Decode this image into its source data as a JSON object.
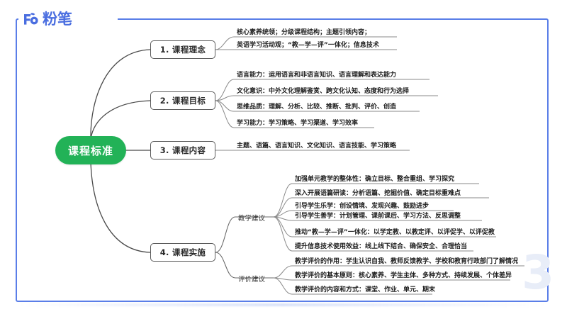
{
  "header": {
    "brand": "粉笔",
    "brand_mark": "fb-logo-icon",
    "frame_color": "#5a7ee8"
  },
  "watermark": "3",
  "mindmap": {
    "root": {
      "label": "课程标准",
      "color": "#22b257"
    },
    "branches": [
      {
        "id": "lilian",
        "label": "1. 课程理念",
        "leaves": [
          "核心素养统领；分级课程结构；主题引领内容；",
          "英语学习活动观；“教—学—评”一体化；信息技术"
        ]
      },
      {
        "id": "mubiao",
        "label": "2. 课程目标",
        "leaves": [
          "语言能力：运用语言和非语言知识、语言理解和表达能力",
          "文化意识：中外文化理解鉴赏、跨文化认知、态度和行为选择",
          "思维品质：理解、分析、比较、推断、批判、评价、创造",
          "学习能力：学习策略、学习渠道、学习效率"
        ]
      },
      {
        "id": "neirong",
        "label": "3. 课程内容",
        "leaves": [
          "主题、语篇、语言知识、文化知识、语言技能、学习策略"
        ]
      },
      {
        "id": "shishi",
        "label": "4. 课程实施",
        "groups": [
          {
            "label": "教学建议",
            "leaves": [
              "加强单元教学的整体性：确立目标、整合重组、学习探究",
              "深入开展语篇研读：分析语篇、挖掘价值、确定目标重难点",
              "引导学生乐学：创设情境、发现兴趣、鼓励进步",
              "引导学生善学：计划管理、课前课后、学习方法、反思调整",
              "推动“教—学—评”一体化：以学定教、以教定评、以评促学、以评促教",
              "提升信息技术使用效益：线上线下结合、确保安全、合理恰当"
            ]
          },
          {
            "label": "评价建议",
            "leaves": [
              "教学评价的作用：学生认识自我、教师反馈教学、学校和教育行政部门了解情况",
              "教学评价的基本原则：核心素养、学生主体、多种方式、持续发展、个体差异",
              "教学评价的内容和方式：课堂、作业、单元、期末"
            ]
          }
        ]
      }
    ]
  }
}
